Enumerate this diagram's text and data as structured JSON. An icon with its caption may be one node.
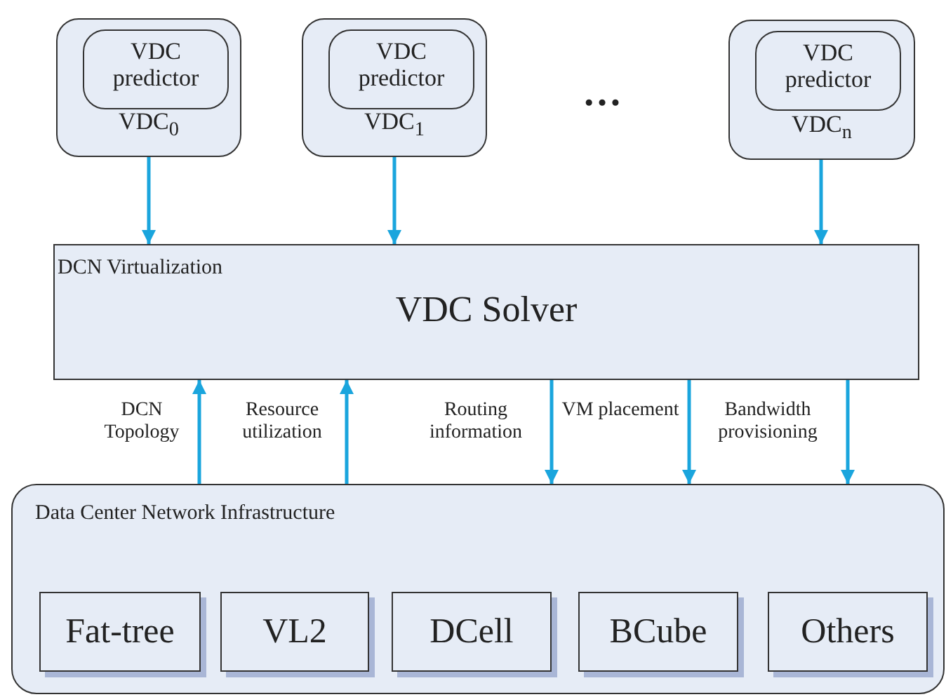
{
  "diagram": {
    "nodes": [
      {
        "text": [
          "VDC$_{0}$"
        ]
      },
      {
        "text": [
          "VDC predictor"
        ],
        "in": 0
      },
      {
        "text": [
          "VDC$_{1}$"
        ]
      },
      {
        "text": [
          "VDC predictor"
        ],
        "in": 2
      },
      {
        "text": [
          "VDC$_{n}$"
        ]
      },
      {
        "text": [
          "VDC predictor"
        ],
        "in": 4
      },
      {
        "text": [
          "DCN Virtualization",
          "VDC Solver"
        ]
      },
      {
        "text": [
          "Data Center Network Infrastructure"
        ]
      },
      {
        "text": [
          "Fat-tree"
        ],
        "in": 7
      },
      {
        "text": [
          "VL2"
        ],
        "in": 7
      },
      {
        "text": [
          "DCell"
        ],
        "in": 7
      },
      {
        "text": [
          "BCube"
        ],
        "in": 7
      },
      {
        "text": [
          "Others"
        ],
        "in": 7
      }
    ],
    "edges": [
      {
        "from": 0,
        "to": 6,
        "arrow": "to"
      },
      {
        "from": 2,
        "to": 6,
        "arrow": "to"
      },
      {
        "from": 4,
        "to": 6,
        "arrow": "to"
      },
      {
        "from": 7,
        "to": 6,
        "arrow": "to",
        "label": "DCN Topology"
      },
      {
        "from": 7,
        "to": 6,
        "arrow": "to",
        "label": "Resource utilization"
      },
      {
        "from": 6,
        "to": 7,
        "arrow": "to",
        "label": "Routing information"
      },
      {
        "from": 6,
        "to": 7,
        "arrow": "to",
        "label": "VM placement"
      },
      {
        "from": 6,
        "to": 7,
        "arrow": "to",
        "label": "Bandwidth provisioning"
      }
    ],
    "labels": [
      "…"
    ]
  }
}
